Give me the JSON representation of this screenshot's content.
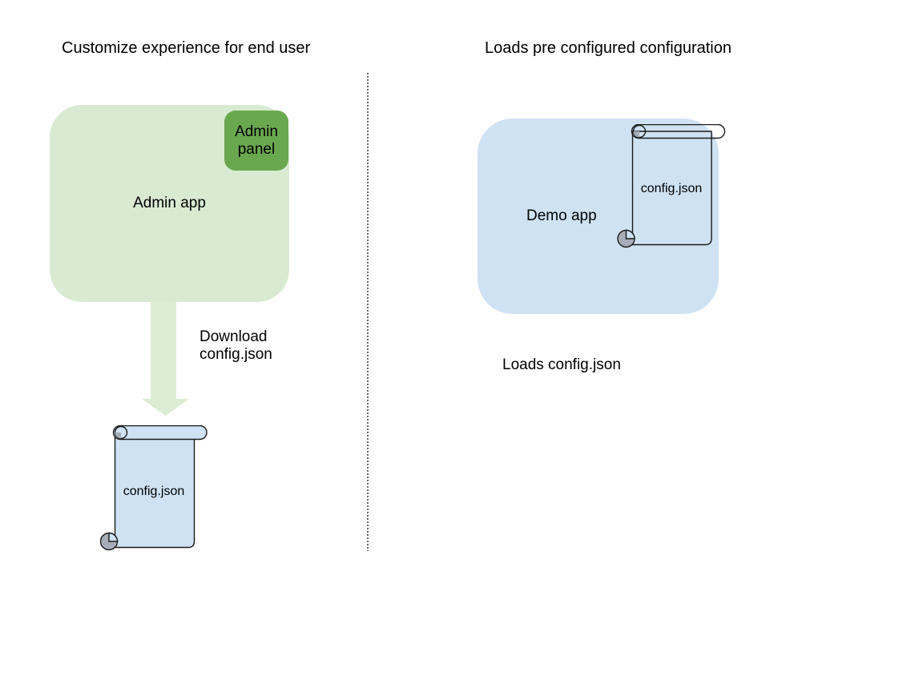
{
  "diagram": {
    "left": {
      "title": "Customize experience for end user",
      "admin_app_label": "Admin app",
      "admin_panel_label": "Admin\npanel",
      "download_label": "Download\nconfig.json",
      "config_file_label": "config.json"
    },
    "right": {
      "title": "Loads pre configured configuration",
      "demo_app_label": "Demo app",
      "config_file_label": "config.json",
      "caption": "Loads config.json"
    }
  },
  "colors": {
    "app_green_light": "#d9ead3",
    "arrow_green": "#dcecd4",
    "panel_green": "#6aa84f",
    "app_blue_light": "#cfe2f3",
    "scroll_fill": "#cfe2f3",
    "curl_gray": "#a5aeb8",
    "outline": "#1a1a1a",
    "divider_gray": "#666666",
    "text": "#000000"
  }
}
